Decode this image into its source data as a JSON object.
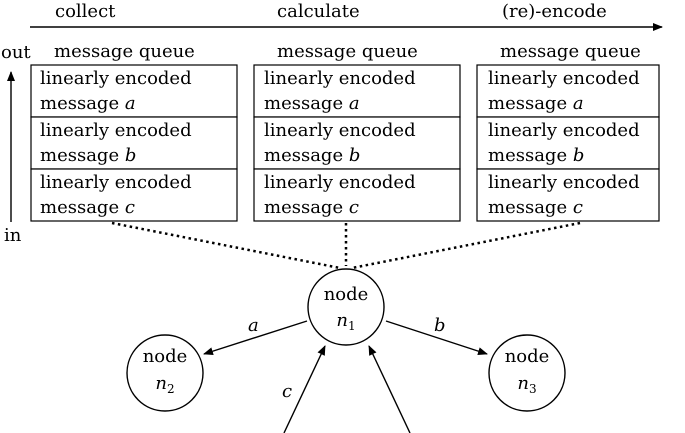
{
  "phases": [
    "collect",
    "calculate",
    "(re)-encode"
  ],
  "axis": {
    "top_label": "out",
    "bottom_label": "in"
  },
  "queues": [
    {
      "title": "message queue",
      "cells": [
        {
          "line1": "linearly encoded",
          "line2_prefix": "message",
          "var": "a"
        },
        {
          "line1": "linearly encoded",
          "line2_prefix": "message",
          "var": "b"
        },
        {
          "line1": "linearly encoded",
          "line2_prefix": "message",
          "var": "c"
        }
      ]
    },
    {
      "title": "message queue",
      "cells": [
        {
          "line1": "linearly encoded",
          "line2_prefix": "message",
          "var": "a"
        },
        {
          "line1": "linearly encoded",
          "line2_prefix": "message",
          "var": "b"
        },
        {
          "line1": "linearly encoded",
          "line2_prefix": "message",
          "var": "c"
        }
      ]
    },
    {
      "title": "message queue",
      "cells": [
        {
          "line1": "linearly encoded",
          "line2_prefix": "message",
          "var": "a"
        },
        {
          "line1": "linearly encoded",
          "line2_prefix": "message",
          "var": "b"
        },
        {
          "line1": "linearly encoded",
          "line2_prefix": "message",
          "var": "c"
        }
      ]
    }
  ],
  "nodes": [
    {
      "word": "node",
      "sym": "n",
      "sub": "1"
    },
    {
      "word": "node",
      "sym": "n",
      "sub": "2"
    },
    {
      "word": "node",
      "sym": "n",
      "sub": "3"
    }
  ],
  "edge_labels": {
    "to_n2": "a",
    "to_n3": "b",
    "incoming": "c"
  }
}
